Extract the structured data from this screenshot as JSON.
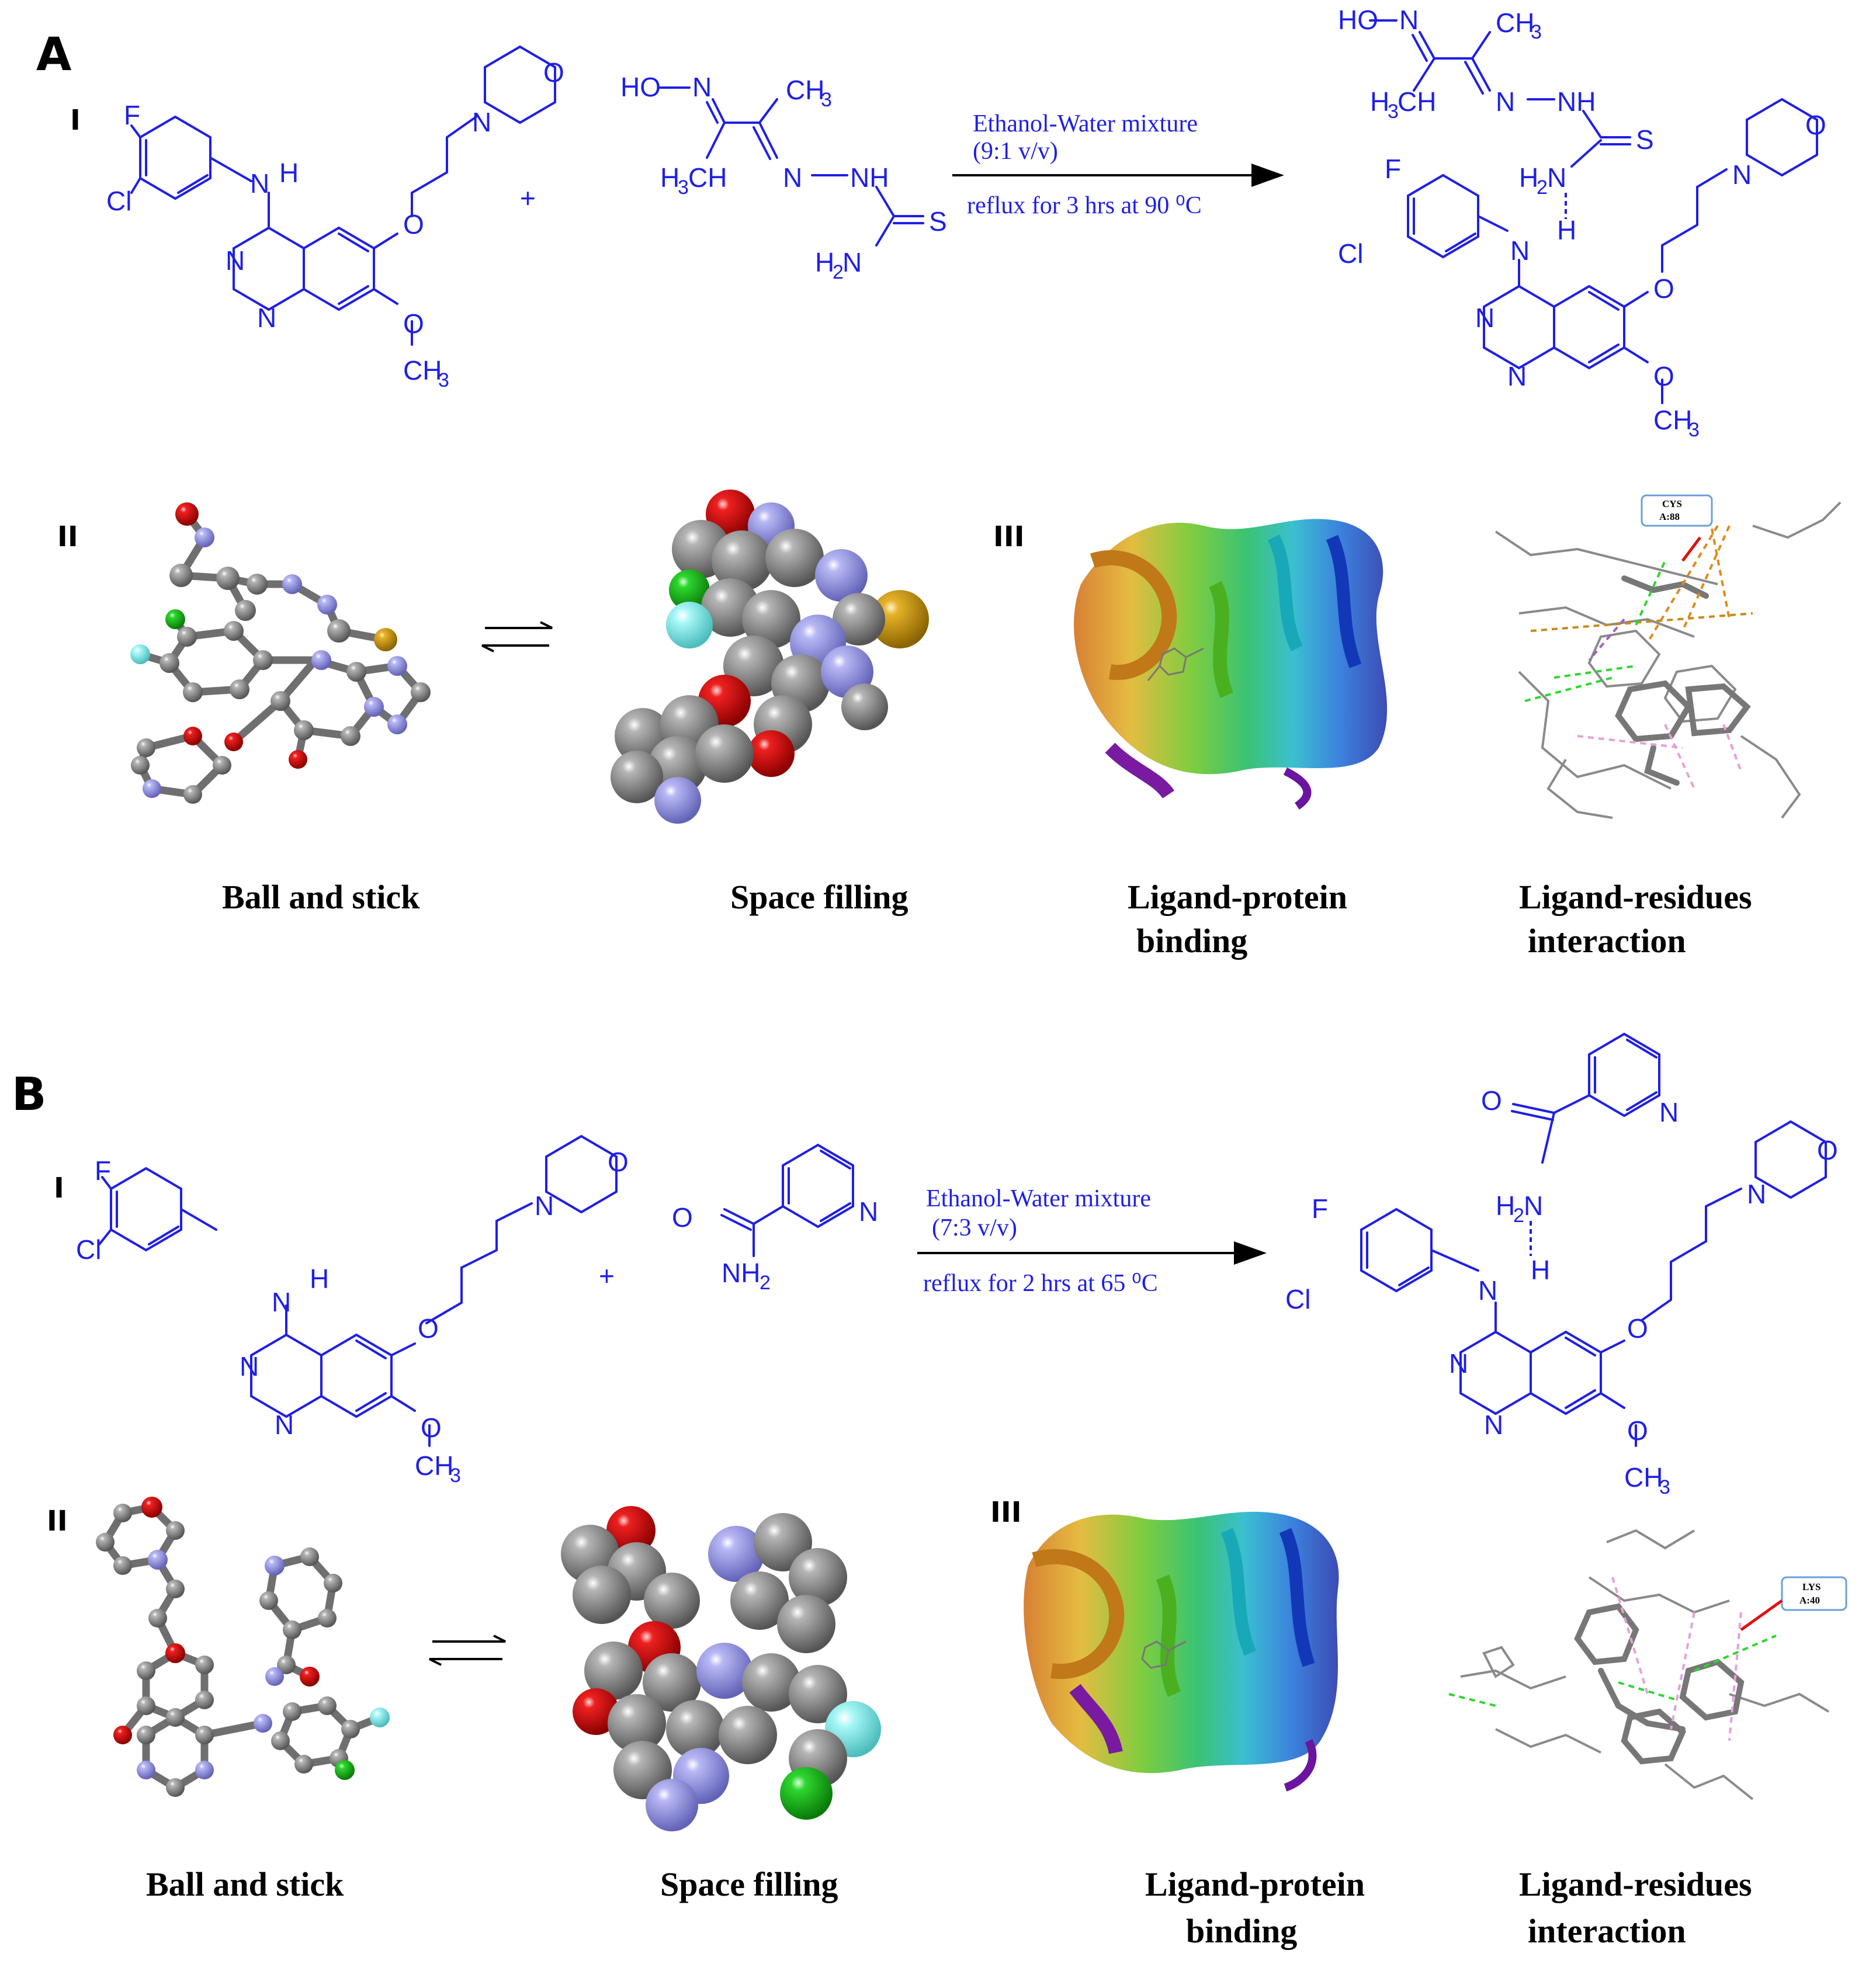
{
  "panels": {
    "A": {
      "letter": "A",
      "row1_label": "I",
      "row2_label": "II",
      "row2_label_right": "III",
      "reagent": {
        "HO": "HO",
        "N": "N",
        "CH3": "CH",
        "H3C": "H",
        "NH": "NH",
        "S": "S",
        "H2N": "H",
        "NH2_N": "N"
      },
      "reactant": {
        "F": "F",
        "Cl": "Cl",
        "N": "N",
        "H": "H",
        "O": "O",
        "CH3": "CH"
      },
      "conditions": {
        "line1": "Ethanol-Water mixture",
        "line2": "(9:1 v/v)",
        "line3": "reflux for 3 hrs at 90 ⁰C"
      },
      "plus": "+",
      "residue_label_1": "CYS",
      "residue_label_2": "A:88",
      "captions": {
        "ball": "Ball and stick",
        "space": "Space filling",
        "binding_1": "Ligand-protein",
        "binding_2": "binding",
        "inter_1": "Ligand-residues",
        "inter_2": "interaction"
      }
    },
    "B": {
      "letter": "B",
      "row1_label": "I",
      "row2_label": "II",
      "row2_label_right": "III",
      "conditions": {
        "line1": "Ethanol-Water mixture",
        "line2": "(7:3 v/v)",
        "line3": "reflux for 2 hrs at 65 ⁰C"
      },
      "plus": "+",
      "residue_label_1": "LYS",
      "residue_label_2": "A:40",
      "captions": {
        "ball": "Ball and stick",
        "space": "Space filling",
        "binding_1": "Ligand-protein",
        "binding_2": "binding",
        "inter_1": "Ligand-residues",
        "inter_2": "interaction"
      }
    }
  },
  "atoms": {
    "F": "F",
    "Cl": "Cl",
    "N": "N",
    "H": "H",
    "O": "O",
    "S": "S",
    "CH": "CH",
    "HO": "HO",
    "NH": "NH",
    "H2N": "H",
    "NH2": "NH",
    "sub2": "2",
    "sub3": "3"
  },
  "colors": {
    "structure": "#1f1fe6",
    "carbon": "#6f6f6f",
    "nitrogen": "#8c8ce0",
    "oxygen": "#d40000",
    "sulfur": "#d4a21f",
    "fluorine": "#8ef0f0",
    "chlorine": "#1fcc1f"
  }
}
